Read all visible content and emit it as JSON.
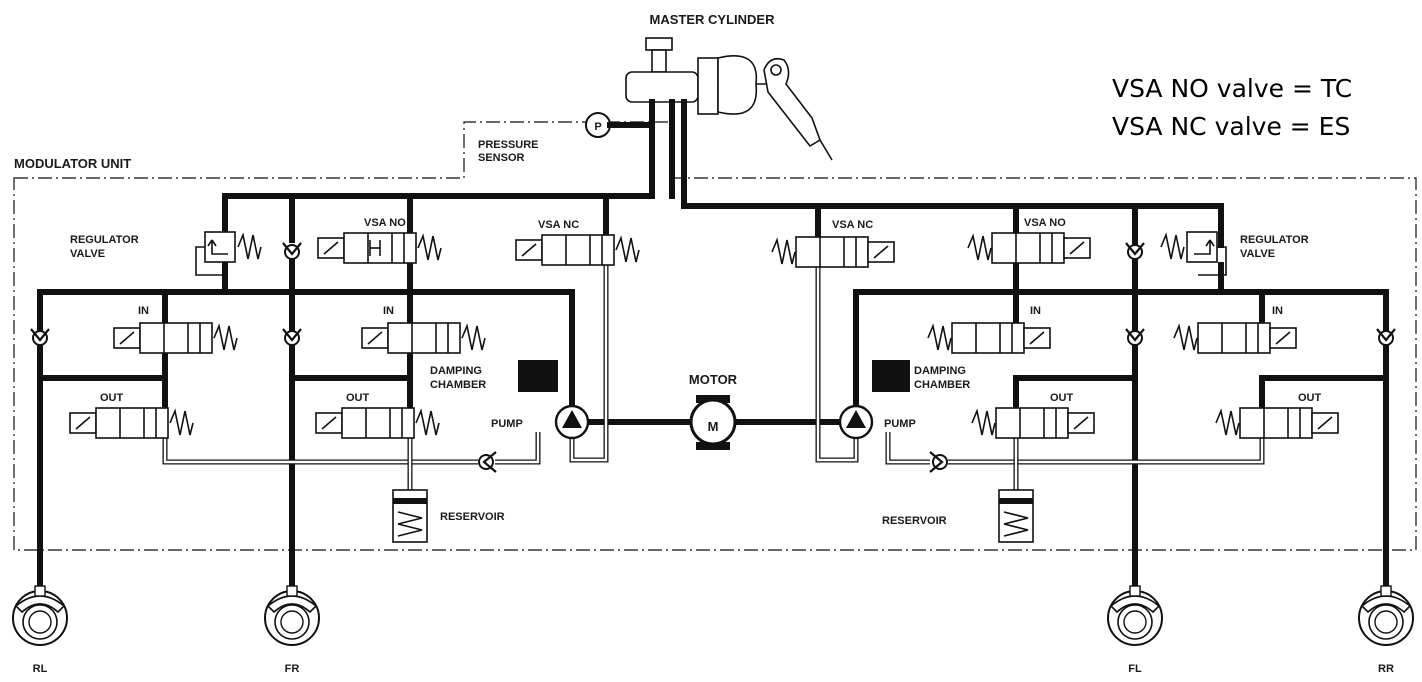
{
  "labels": {
    "master_cylinder": "MASTER CYLINDER",
    "modulator_unit": "MODULATOR UNIT",
    "pressure_line1": "PRESSURE",
    "pressure_line2": "SENSOR",
    "pressure_symbol": "P",
    "regulator_line1": "REGULATOR",
    "regulator_line2": "VALVE",
    "vsa_no": "VSA NO",
    "vsa_nc": "VSA NC",
    "in": "IN",
    "out": "OUT",
    "damping_line1": "DAMPING",
    "damping_line2": "CHAMBER",
    "motor": "MOTOR",
    "motor_symbol": "M",
    "pump": "PUMP",
    "reservoir": "RESERVOIR",
    "wheel_rl": "RL",
    "wheel_fr": "FR",
    "wheel_fl": "FL",
    "wheel_rr": "RR"
  },
  "notes": {
    "line1": "VSA NO valve = TC",
    "line2": "VSA NC valve = ES"
  }
}
